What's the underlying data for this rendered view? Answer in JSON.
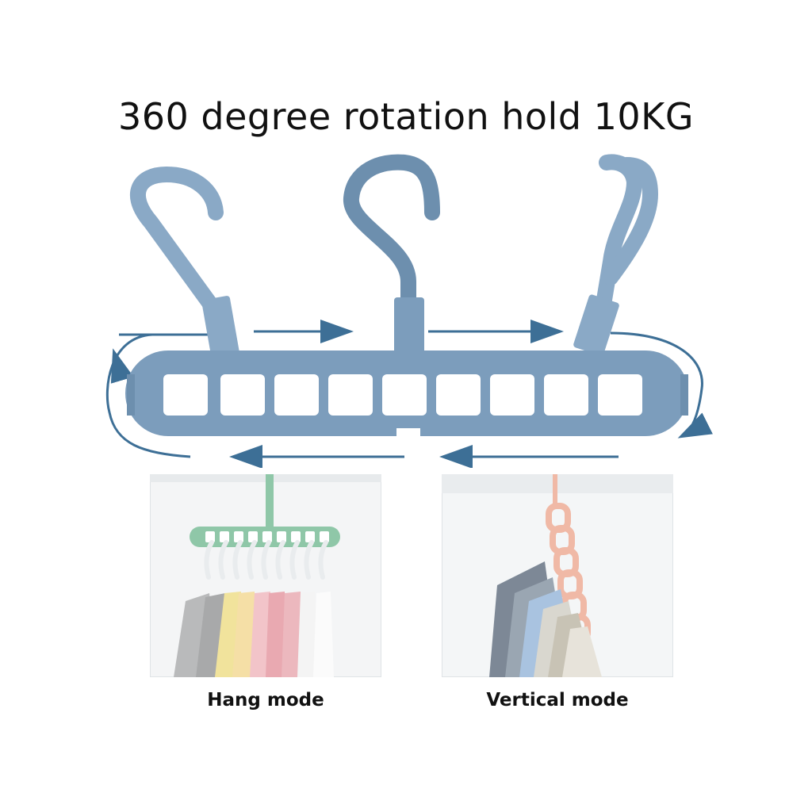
{
  "headline": "360 degree rotation hold 10KG",
  "modes": [
    {
      "label": "Hang mode"
    },
    {
      "label": "Vertical mode"
    }
  ],
  "colors": {
    "hanger_blue": "#8aa9c6",
    "hanger_dark": "#6d8fae",
    "arrow_blue": "#3d6f96",
    "hang_mode_hanger": "#8fc7a8",
    "vertical_mode_hanger": "#f0b9a6"
  }
}
